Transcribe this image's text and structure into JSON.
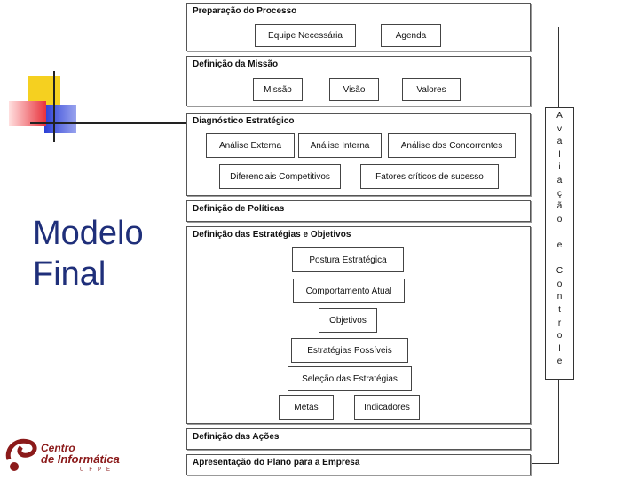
{
  "slide_title": "Modelo Final",
  "side_label_letters": [
    "A",
    "v",
    "a",
    "l",
    "i",
    "a",
    "ç",
    "ã",
    "o",
    "",
    "e",
    "",
    "C",
    "o",
    "n",
    "t",
    "r",
    "o",
    "l",
    "e"
  ],
  "sections": {
    "s1": {
      "title": "Preparação do Processo",
      "boxes": [
        "Equipe Necessária",
        "Agenda"
      ]
    },
    "s2": {
      "title": "Definição da Missão",
      "boxes": [
        "Missão",
        "Visão",
        "Valores"
      ]
    },
    "s3": {
      "title": "Diagnóstico Estratégico",
      "boxes": [
        "Análise Externa",
        "Análise Interna",
        "Análise dos Concorrentes",
        "Diferenciais Competitivos",
        "Fatores críticos de sucesso"
      ]
    },
    "s4": {
      "title": "Definição de Políticas"
    },
    "s5": {
      "title": "Definição das Estratégias e Objetivos",
      "boxes": [
        "Postura Estratégica",
        "Comportamento Atual",
        "Objetivos",
        "Estratégias Possíveis",
        "Seleção das Estratégias",
        "Metas",
        "Indicadores"
      ]
    },
    "s6": {
      "title": "Definição das Ações"
    },
    "s7": {
      "title": "Apresentação do Plano para a Empresa"
    }
  },
  "logo": {
    "line1": "Centro",
    "line2": "de Informática",
    "line3": "UFPE"
  },
  "colors": {
    "title": "#1f2f7a",
    "logo": "#8b1a1a",
    "deco_yellow": "#f5d020",
    "deco_red": "#e8323c",
    "deco_blue": "#2b3fd6"
  }
}
